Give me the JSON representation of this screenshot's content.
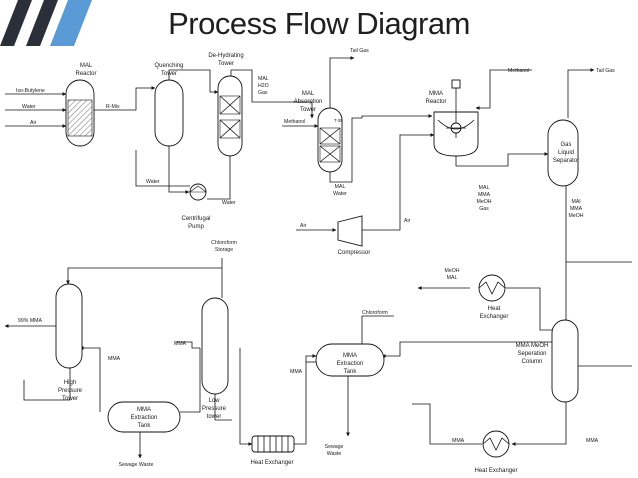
{
  "title": "Process Flow Diagram",
  "equipment": {
    "mal_reactor": "MAL|Reactor",
    "quenching_tower": "Quenching|Tower",
    "dehydrating_tower": "De-Hydrating|Tower",
    "mal_absorption_tower": "MAL|Absorption|Tower",
    "mma_reactor": "MMA|Reactor",
    "gas_liquid_separator": "Gas|Liquid|Separator",
    "centrifugal_pump": "Centrifugal|Pump",
    "compressor": "Compressor",
    "chloroform_storage": "Chloroform|Storage",
    "heat_exchanger_top": "Heat|Exchanger",
    "mma_meoh_column": "MMA MeOH|Seperation|Column",
    "high_pressure_tower": "High|Pressure|Tower",
    "low_pressure_tower": "Low|Pressure|tower",
    "mma_extraction_tank_left": "MMA|Extraction|Tank",
    "mma_extraction_tank_mid": "MMA|Extraction|Tank",
    "heat_exchanger_bottom": "Heat Exchanger",
    "heat_exchanger_right": "Heat Exchanger"
  },
  "streams": {
    "iso_butylene": "Iso-Butylene",
    "water_in": "Water",
    "air_in": "Air",
    "r_mix": "R-Mix",
    "water_quench": "Water",
    "water_pump": "Water",
    "mal_h2o_gas": "MAL|H2O|Gas",
    "methanol_absorber": "Methanol",
    "tail_gas_top": "Tail Gas",
    "mal_water": "MAL|Water",
    "methanol_reactor": "Methanol",
    "tail_gas_right": "Tail Gas",
    "reactor_out": "MAL|MMA|MeOH|Gas",
    "separator_out": "MAl|MMA|MeOH",
    "air_compressor_in": "Air",
    "air_compressor_out": "Air",
    "meoh_mal": "MeOH|MAL",
    "mma_99": "99% MMA",
    "mma_hp": "MMA",
    "mma_lp": "MMA",
    "mma_mid": "MMA",
    "chloroform_in": "Chloroform",
    "sewage_waste_mid": "Sewage|Waste",
    "sewage_waste_left": "Sewage Waste",
    "mma_bottom": "MMA",
    "mma_right": "MMA",
    "tower_marker": "T-38"
  },
  "colors": {
    "stripe_dark": "#2b2f3a",
    "stripe_blue": "#5b9bd5",
    "title": "#1f1f1f",
    "line": "#111111"
  }
}
